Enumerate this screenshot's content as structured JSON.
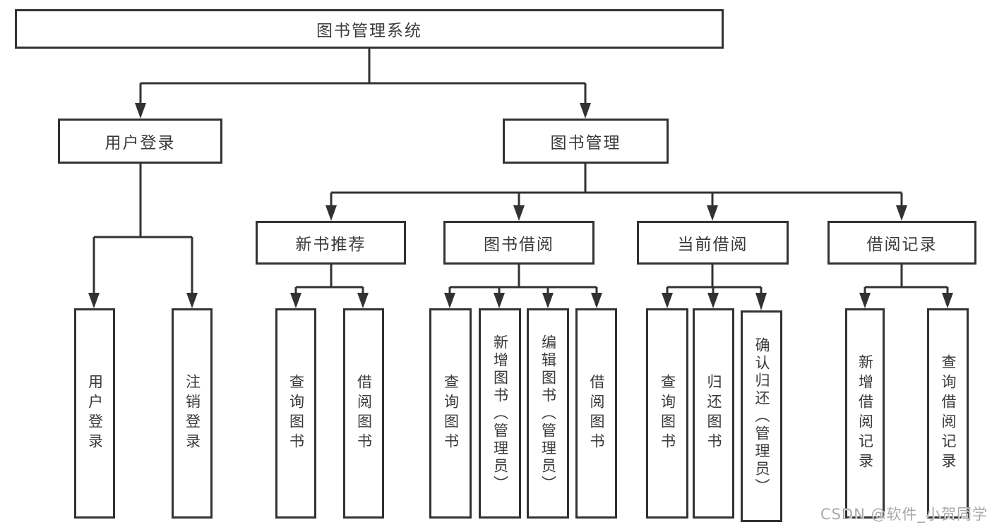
{
  "tree": {
    "root": {
      "label": "图书管理系统"
    },
    "branches": [
      {
        "label": "用户登录",
        "children": [
          "用户登录",
          "注销登录"
        ]
      },
      {
        "label": "图书管理",
        "children": [
          {
            "label": "新书推荐",
            "children": [
              "查询图书",
              "借阅图书"
            ]
          },
          {
            "label": "图书借阅",
            "children": [
              "查询图书",
              "新增图书（管理员）",
              "编辑图书（管理员）",
              "借阅图书"
            ]
          },
          {
            "label": "当前借阅",
            "children": [
              "查询图书",
              "归还图书",
              "确认归还（管理员）"
            ]
          },
          {
            "label": "借阅记录",
            "children": [
              "新增借阅记录",
              "查询借阅记录"
            ]
          }
        ]
      }
    ]
  },
  "watermark": {
    "text": "CSDN @软件_小贺同学"
  },
  "colors": {
    "line": "#323232",
    "text": "#3a3a3a",
    "background": "#ffffff",
    "watermark": "#a9a9a9"
  }
}
